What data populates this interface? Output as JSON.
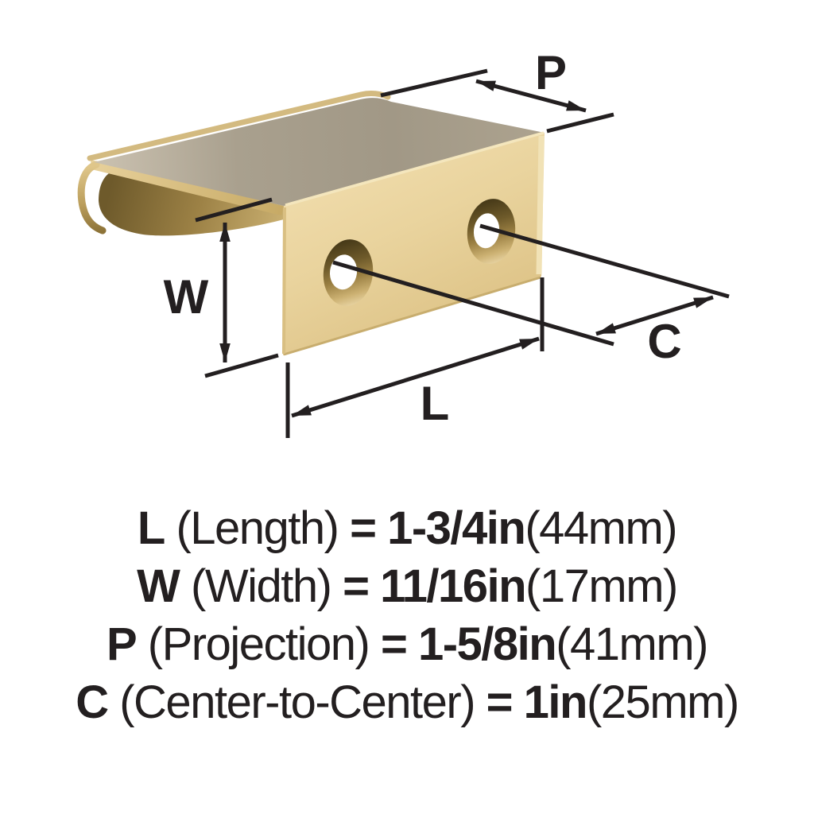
{
  "dimension_labels": {
    "length": "L",
    "width": "W",
    "projection": "P",
    "center_to_center": "C"
  },
  "spec_lines": [
    {
      "key": "L",
      "name": "(Length)",
      "equals": "=",
      "value": "1-3/4in",
      "metric": "(44mm)"
    },
    {
      "key": "W",
      "name": "(Width)",
      "equals": "=",
      "value": "11/16in",
      "metric": "(17mm)"
    },
    {
      "key": "P",
      "name": "(Projection)",
      "equals": "=",
      "value": "1-5/8in",
      "metric": "(41mm)"
    },
    {
      "key": "C",
      "name": "(Center-to-Center)",
      "equals": "=",
      "value": "1in",
      "metric": "(25mm)"
    }
  ],
  "colors": {
    "background": "#ffffff",
    "line": "#231f20",
    "brass_front_face": "#e9d39d",
    "brass_top_face": "#a69d8b",
    "brass_inner_shadow": "#8a7340",
    "brass_edge_highlight": "#f2e3b9",
    "hole_center": "#ffffff"
  }
}
